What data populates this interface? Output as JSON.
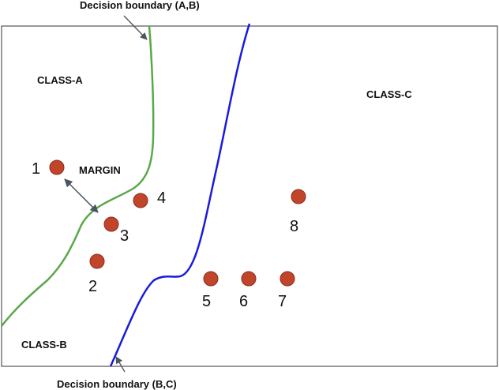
{
  "labels": {
    "top_boundary": "Decision boundary (A,B)",
    "bottom_boundary": "Decision boundary (B,C)",
    "class_a": "CLASS-A",
    "class_b": "CLASS-B",
    "class_c": "CLASS-C",
    "margin": "MARGIN"
  },
  "points": [
    {
      "id": "1",
      "label": "1"
    },
    {
      "id": "2",
      "label": "2"
    },
    {
      "id": "3",
      "label": "3"
    },
    {
      "id": "4",
      "label": "4"
    },
    {
      "id": "5",
      "label": "5"
    },
    {
      "id": "6",
      "label": "6"
    },
    {
      "id": "7",
      "label": "7"
    },
    {
      "id": "8",
      "label": "8"
    }
  ],
  "colors": {
    "boundary_ab": "#5aa84a",
    "boundary_bc": "#1a1adf",
    "point_fill": "#c0452a",
    "point_stroke": "#8a2e1a",
    "arrow": "#4a5560",
    "frame": "#555555"
  }
}
